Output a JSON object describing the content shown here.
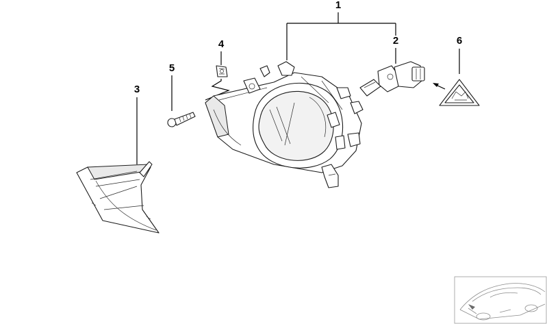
{
  "callouts": {
    "c1": "1",
    "c2": "2",
    "c3": "3",
    "c4": "4",
    "c5": "5",
    "c6": "6"
  },
  "icons": {
    "fog_light": "fog-light-housing-icon",
    "bulb": "h11-bulb-icon",
    "cover": "cover-panel-icon",
    "clip": "spring-nut-icon",
    "screw": "screw-icon",
    "warning": "warning-triangle-icon",
    "car": "car-outline-icon"
  },
  "colors": {
    "ink": "#000000",
    "thumbnail_ink": "#8a8a8a"
  }
}
